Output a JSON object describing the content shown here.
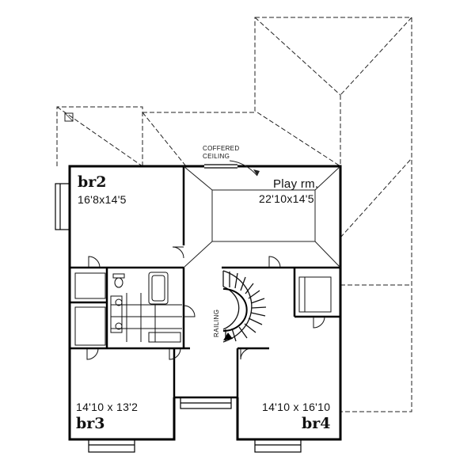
{
  "annotations": {
    "coffered_line1": "COFFERED",
    "coffered_line2": "CEILING",
    "railing": "RAILING"
  },
  "rooms": {
    "br2": {
      "name": "br2",
      "dimensions": "16'8x14'5"
    },
    "play": {
      "name": "Play rm.",
      "dimensions": "22'10x14'5"
    },
    "br3": {
      "name": "br3",
      "dimensions": "14'10 x 13'2"
    },
    "br4": {
      "name": "br4",
      "dimensions": "14'10 x 16'10"
    }
  }
}
